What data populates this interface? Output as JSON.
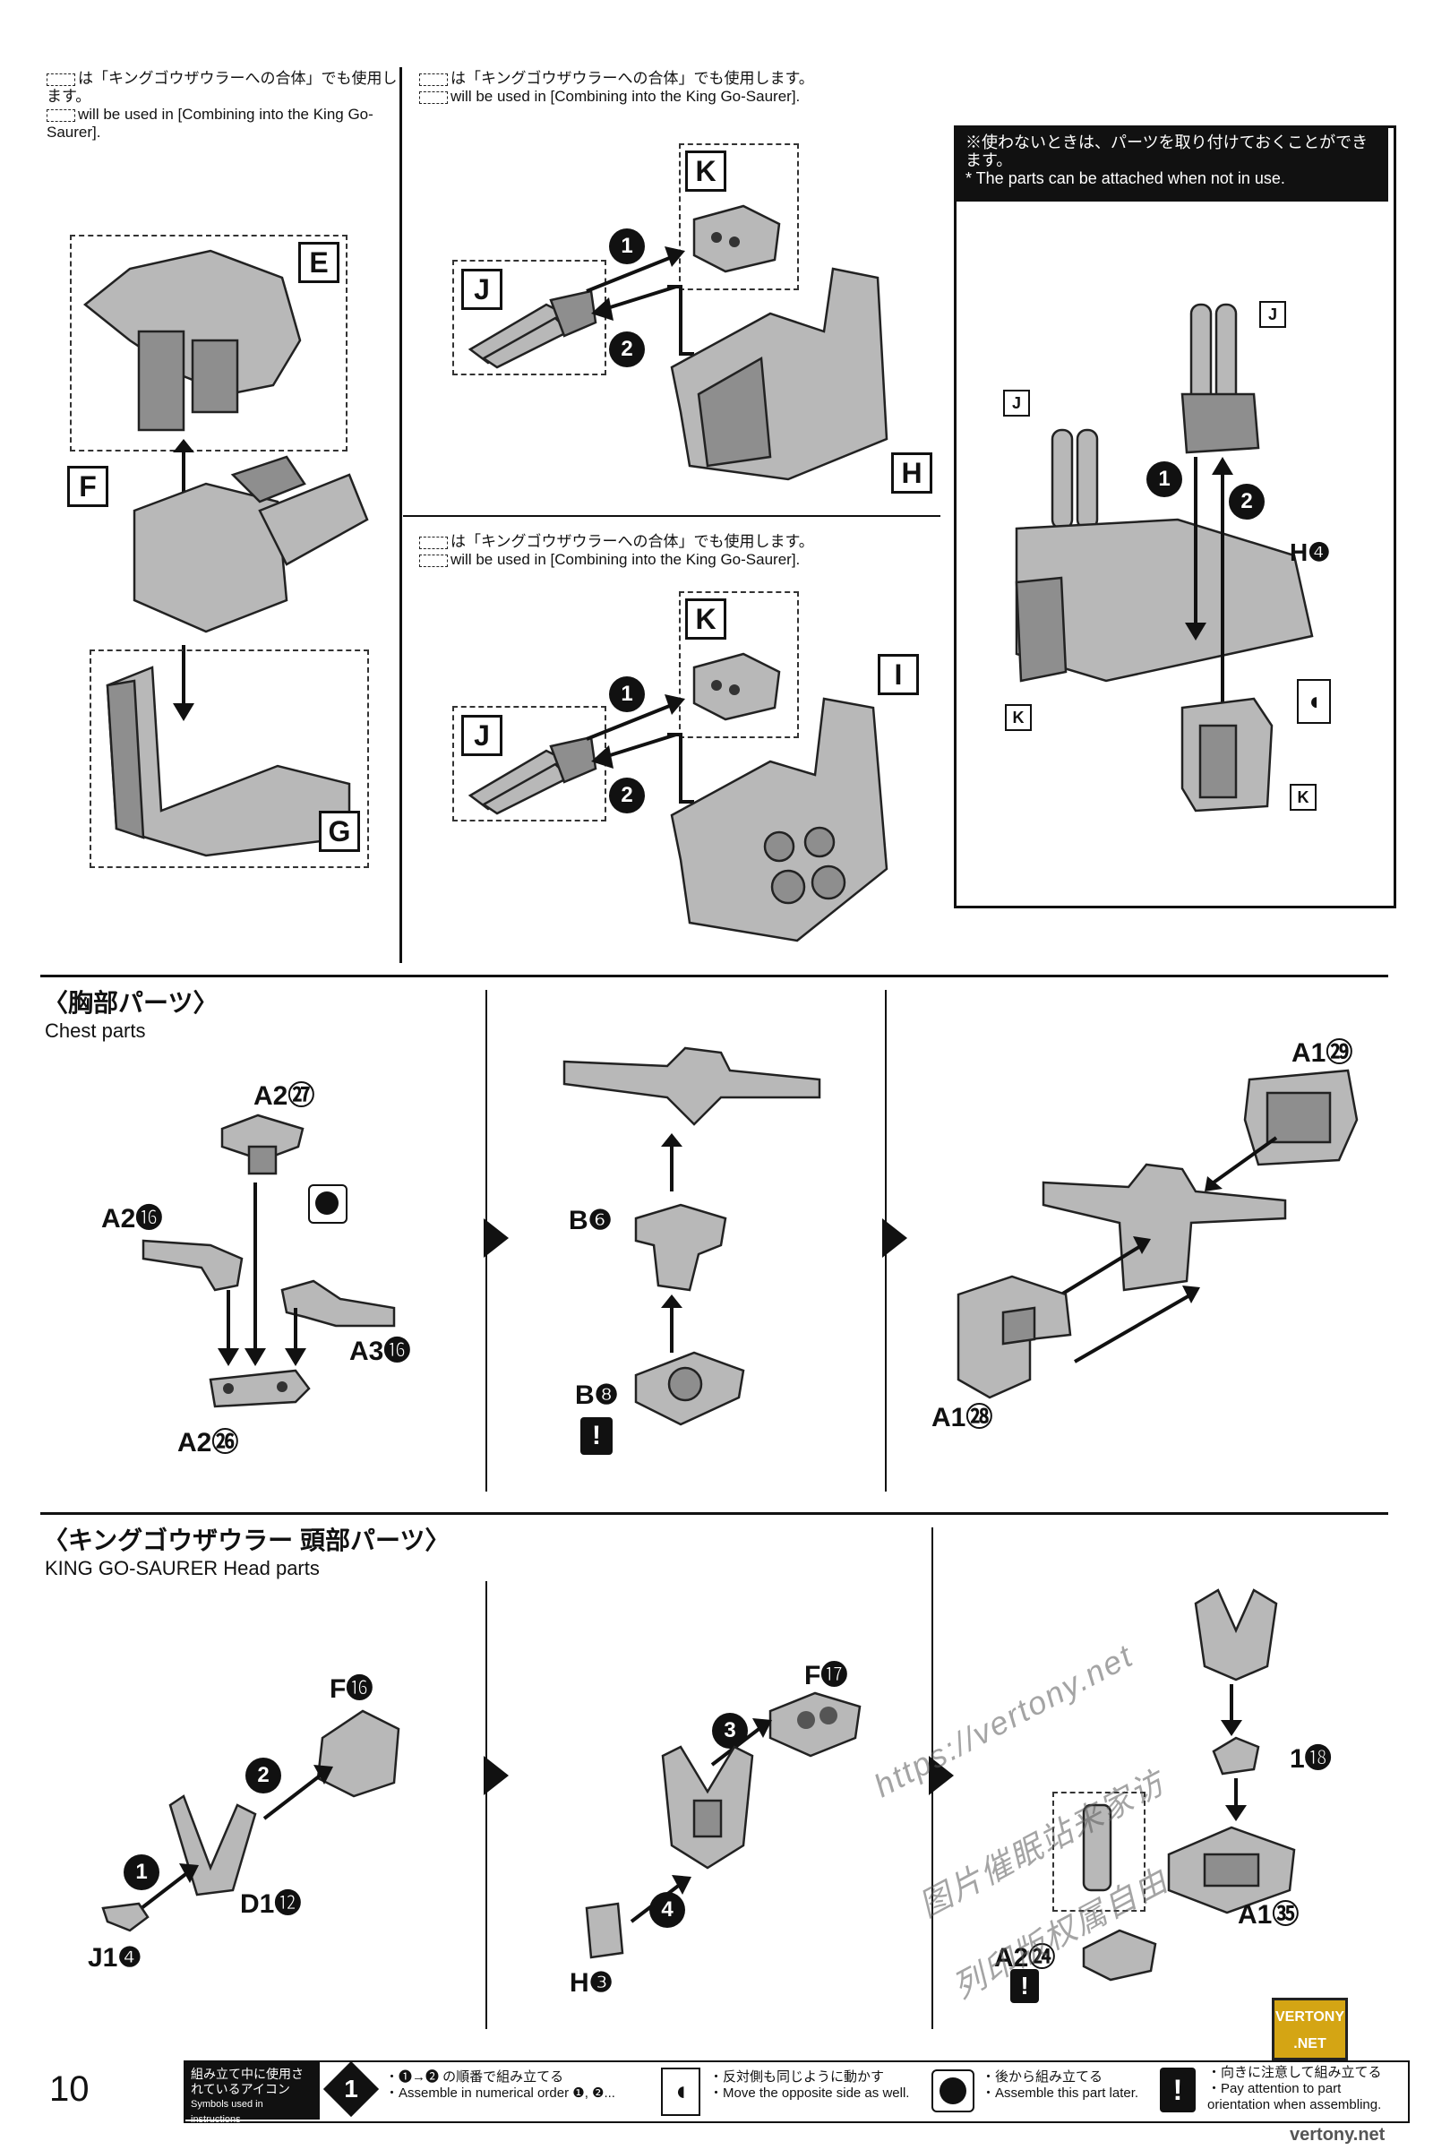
{
  "page_number": "10",
  "notes": {
    "top_left_jp": "は「キングゴウザウラーへの合体」でも使用します。",
    "top_left_en": "will be used in [Combining into the King Go-Saurer].",
    "top_mid_jp": "は「キングゴウザウラーへの合体」でも使用します。",
    "top_mid_en": "will be used in [Combining into the King Go-Saurer].",
    "mid_mid_jp": "は「キングゴウザウラーへの合体」でも使用します。",
    "mid_mid_en": "will be used in [Combining into the King Go-Saurer].",
    "right_box_jp": "※使わないときは、パーツを取り付けておくことができます。",
    "right_box_en": "* The parts can be attached when not in use."
  },
  "labels": {
    "E": "E",
    "F": "F",
    "G": "G",
    "H": "H",
    "I": "I",
    "J": "J",
    "K": "K",
    "H4": "H❹"
  },
  "chest_section": {
    "title": "〈胸部パーツ〉",
    "subtitle": "Chest parts",
    "parts": {
      "a2_27": "A2㉗",
      "a2_16": "A2⓰",
      "a3_16": "A3⓰",
      "a2_26": "A2㉖",
      "b6": "B❻",
      "b8": "B❽",
      "a1_29": "A1㉙",
      "a1_28": "A1㉘"
    }
  },
  "head_section": {
    "title": "〈キングゴウザウラー 頭部パーツ〉",
    "subtitle": "KING GO-SAURER Head parts",
    "parts": {
      "f16": "F⓰",
      "d1_12": "D1⓬",
      "j1_4": "J1❹",
      "f17": "F⓱",
      "h3": "H❸",
      "t1_18": "1⓲",
      "a2_24": "A2㉔",
      "a1_35": "A1㉟"
    }
  },
  "steps": [
    "1",
    "2",
    "3",
    "4"
  ],
  "legend": {
    "heading_jp": "組み立て中に使用されているアイコン",
    "heading_en": "Symbols used in instructions",
    "items": [
      {
        "icon": "1",
        "jp": "・❶→❷ の順番で組み立てる",
        "en": "・Assemble in numerical order ❶, ❷..."
      },
      {
        "icon": "mirror",
        "jp": "・反対側も同じように動かす",
        "en": "・Move the opposite side as well."
      },
      {
        "icon": "later",
        "jp": "・後から組み立てる",
        "en": "・Assemble this part later."
      },
      {
        "icon": "!",
        "jp": "・向きに注意して組み立てる",
        "en": "・Pay attention to part orientation when assembling."
      }
    ]
  },
  "watermark": {
    "url": "https://vertony.net",
    "cn1": "图片催眠站来家访",
    "cn2": "列印版权属自由",
    "badge": "VERTONY .NET",
    "footer_url": "vertony.net"
  }
}
